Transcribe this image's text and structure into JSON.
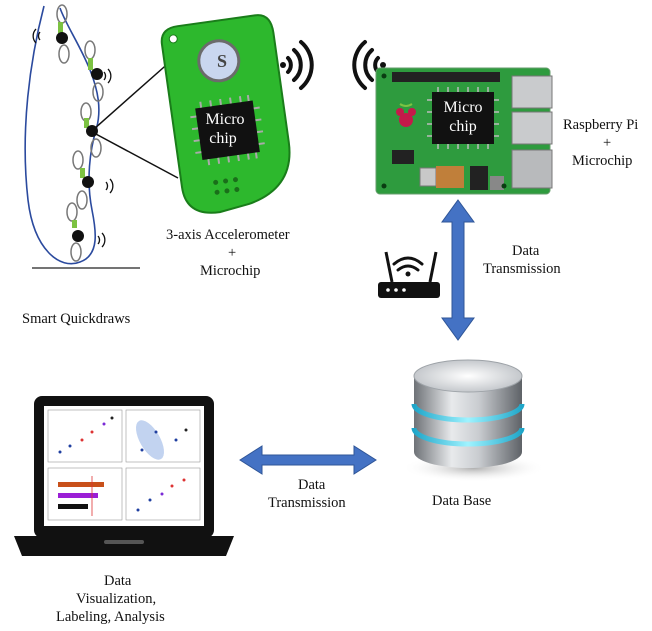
{
  "labels": {
    "smart_quickdraws": "Smart Quickdraws",
    "accel_line1": "3-axis Accelerometer",
    "accel_line2": "+",
    "accel_line3": "Microchip",
    "rpi_line1": "Raspberry Pi",
    "rpi_line2": "+",
    "rpi_line3": "Microchip",
    "data_tx_1_line1": "Data",
    "data_tx_1_line2": "Transmission",
    "data_tx_2_line1": "Data",
    "data_tx_2_line2": "Transmission",
    "database": "Data Base",
    "analysis_line1": "Data",
    "analysis_line2": "Visualization,",
    "analysis_line3": "Labeling, Analysis"
  },
  "chips": {
    "accel_chip_l1": "Micro",
    "accel_chip_l2": "chip",
    "rpi_chip_l1": "Micro",
    "rpi_chip_l2": "chip",
    "accel_logo": "S"
  },
  "colors": {
    "pcb_green": "#2db82d",
    "arrow_blue": "#4472c4",
    "chip_black": "#111111"
  }
}
